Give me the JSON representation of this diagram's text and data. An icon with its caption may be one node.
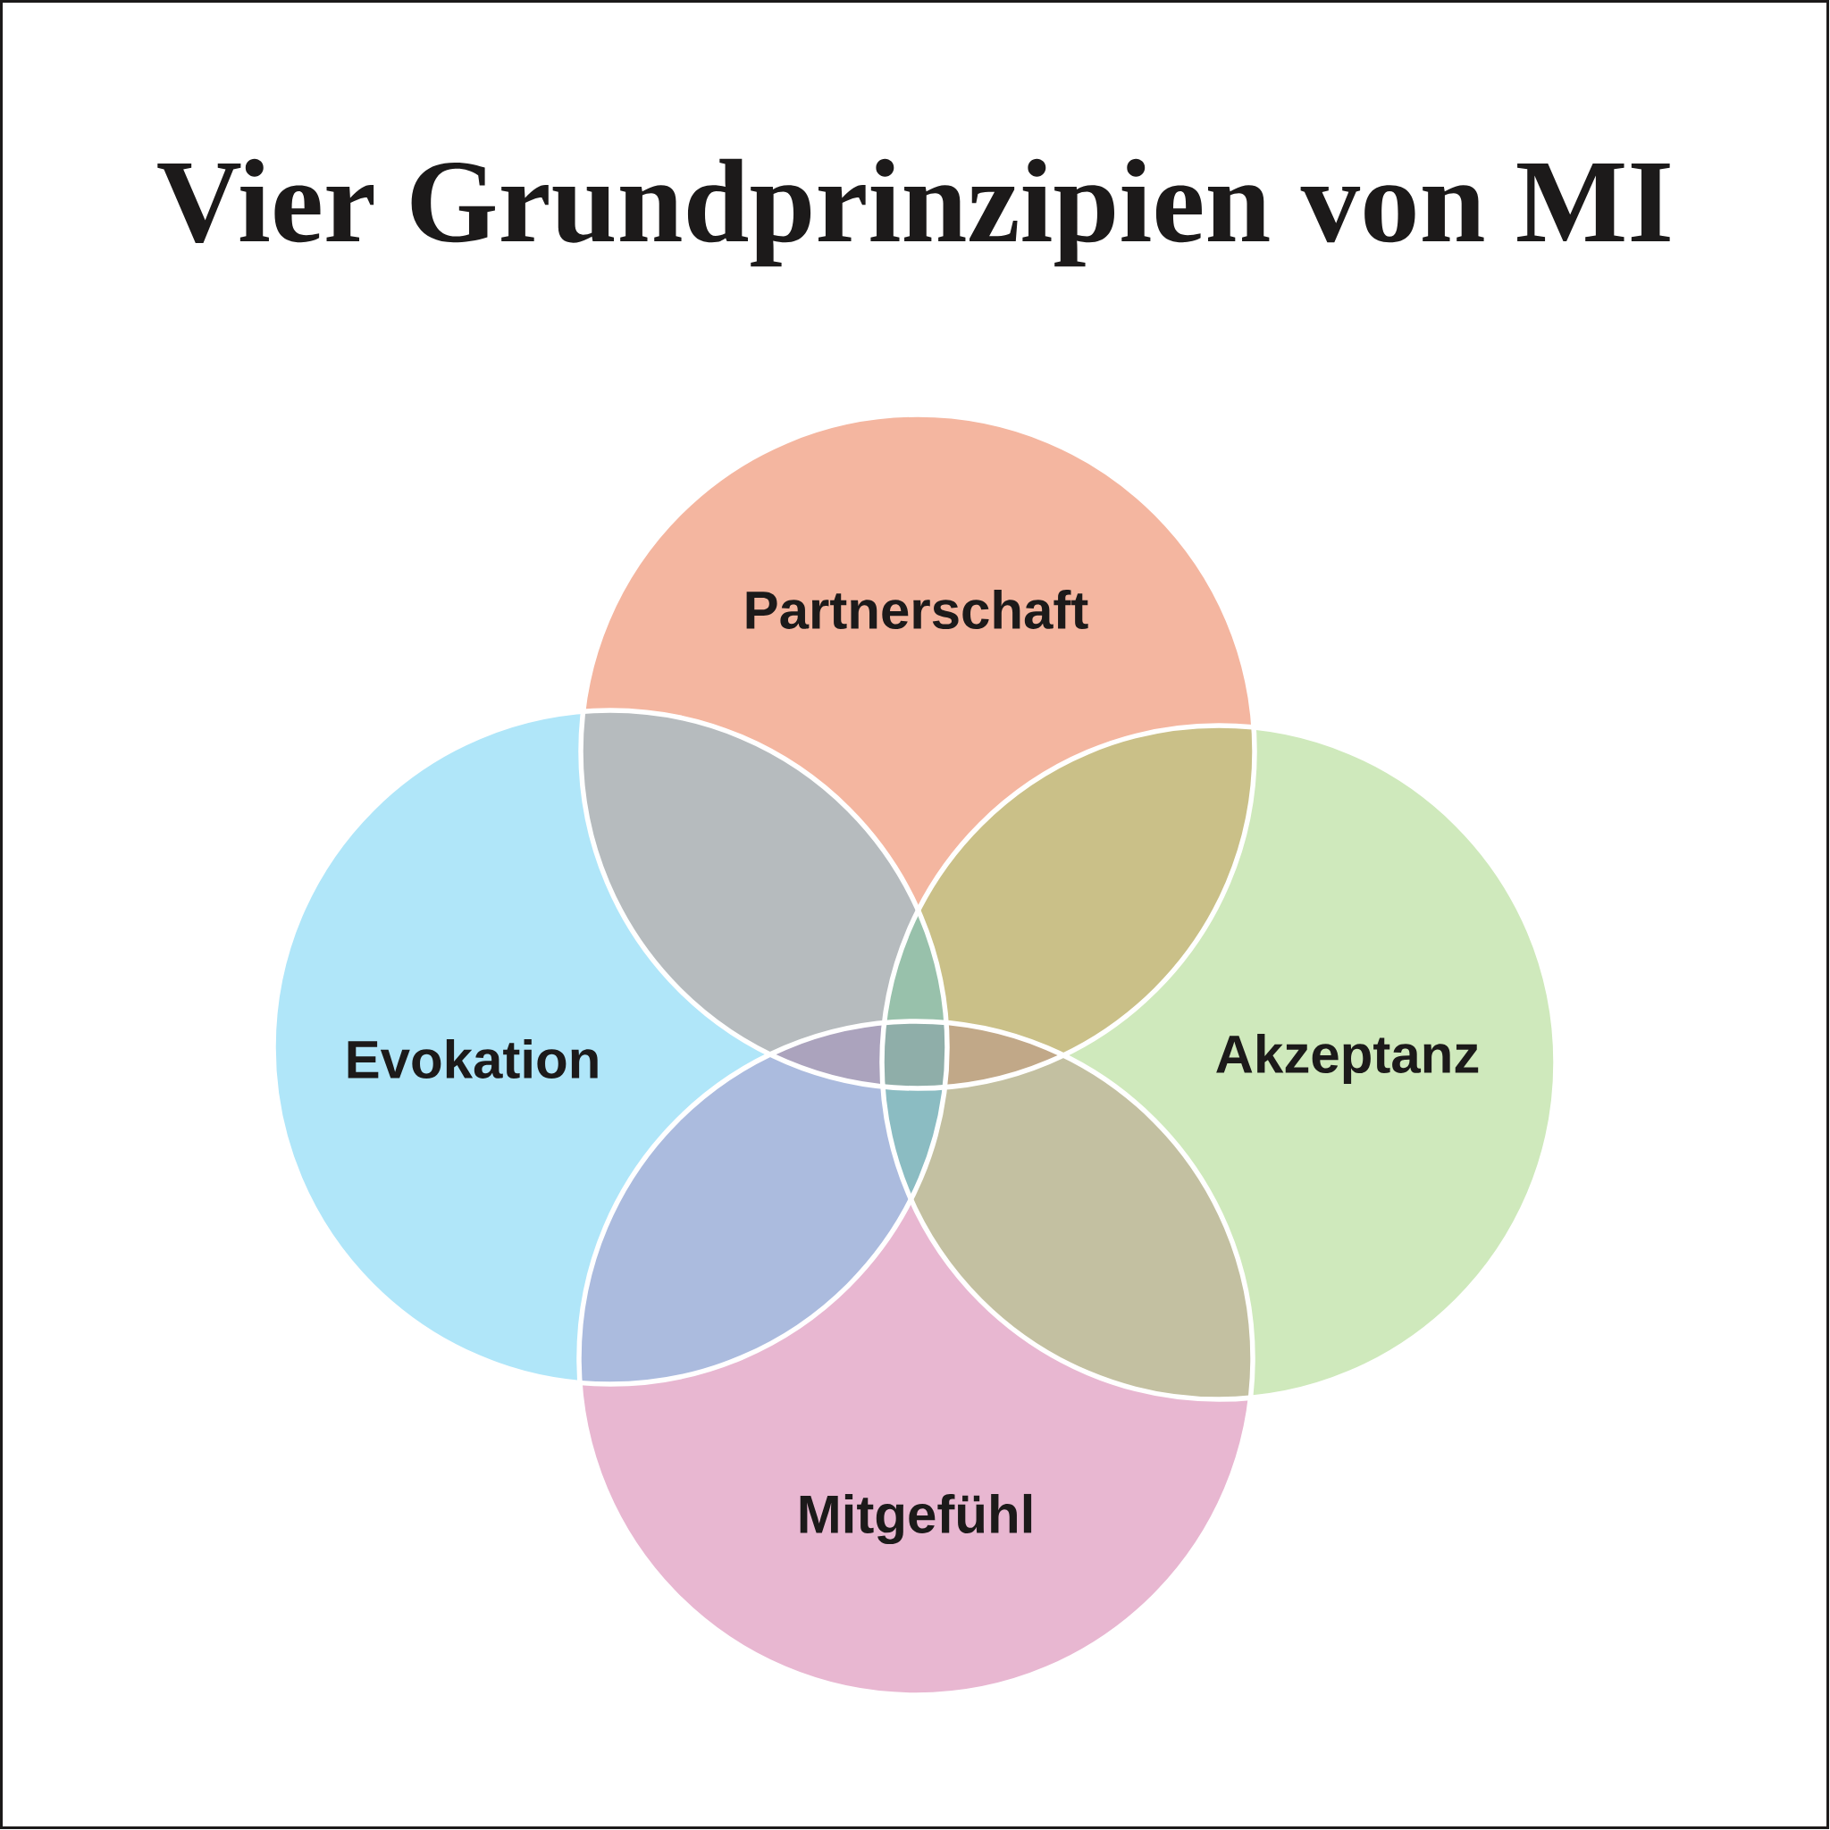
{
  "diagram": {
    "title": "Vier Grundprinzipien von MI",
    "nodes": [
      {
        "text": [
          "Partnerschaft"
        ]
      },
      {
        "text": [
          "Evokation"
        ]
      },
      {
        "text": [
          "Akzeptanz"
        ]
      },
      {
        "text": [
          "Mitgefühl"
        ]
      }
    ]
  }
}
